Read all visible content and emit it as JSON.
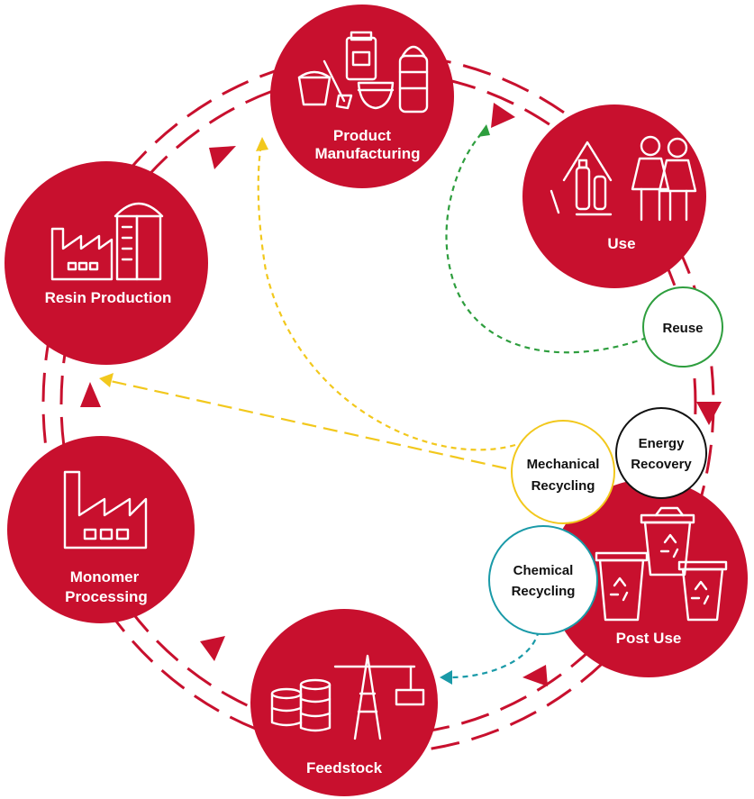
{
  "colors": {
    "stage_fill": "#c8102e",
    "cycle_arrow": "#c8102e",
    "reuse": "#2e9e3e",
    "mechanical": "#f2c81d",
    "chemical": "#1a9aa8",
    "energy": "#111111"
  },
  "stages": {
    "product": {
      "line1": "Product",
      "line2": "Manufacturing",
      "icon": "containers-icon"
    },
    "use": {
      "label": "Use",
      "icon": "people-bottles-icon"
    },
    "post_use": {
      "label": "Post Use",
      "icon": "recycling-bins-icon"
    },
    "feedstock": {
      "label": "Feedstock",
      "icon": "drums-crane-icon"
    },
    "monomer": {
      "line1": "Monomer",
      "line2": "Processing",
      "icon": "factory-icon"
    },
    "resin": {
      "label": "Resin Production",
      "icon": "factory-silo-icon"
    }
  },
  "options": {
    "reuse": "Reuse",
    "energy": {
      "line1": "Energy",
      "line2": "Recovery"
    },
    "mechanical": {
      "line1": "Mechanical",
      "line2": "Recycling"
    },
    "chemical": {
      "line1": "Chemical",
      "line2": "Recycling"
    }
  }
}
